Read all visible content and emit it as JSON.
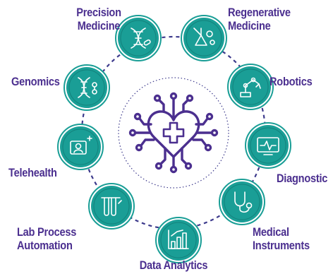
{
  "diagram": {
    "accent_color": "#1a9e96",
    "accent_dark": "#0f6f6a",
    "text_color": "#4b2f8f",
    "center_icon": "heart-circuit-medical-cross-icon",
    "nodes": [
      {
        "id": "precision-medicine",
        "lines": [
          "Precision",
          "Medicine"
        ],
        "icon": "dna-pills-icon"
      },
      {
        "id": "regenerative-medicine",
        "lines": [
          "Regenerative",
          "Medicine"
        ],
        "icon": "flask-cells-icon"
      },
      {
        "id": "robotics",
        "lines": [
          "Robotics"
        ],
        "icon": "robot-arm-icon"
      },
      {
        "id": "diagnostic",
        "lines": [
          "Diagnostic"
        ],
        "icon": "heart-monitor-icon"
      },
      {
        "id": "medical-instruments",
        "lines": [
          "Medical",
          "Instruments"
        ],
        "icon": "stethoscope-icon"
      },
      {
        "id": "data-analytics",
        "lines": [
          "Data Analytics"
        ],
        "icon": "binary-chart-icon"
      },
      {
        "id": "lab-process-automation",
        "lines": [
          "Lab Process",
          "Automation"
        ],
        "icon": "lab-tubes-icon"
      },
      {
        "id": "telehealth",
        "lines": [
          "Telehealth"
        ],
        "icon": "doctor-screen-icon"
      },
      {
        "id": "genomics",
        "lines": [
          "Genomics"
        ],
        "icon": "dna-molecule-icon"
      }
    ]
  }
}
